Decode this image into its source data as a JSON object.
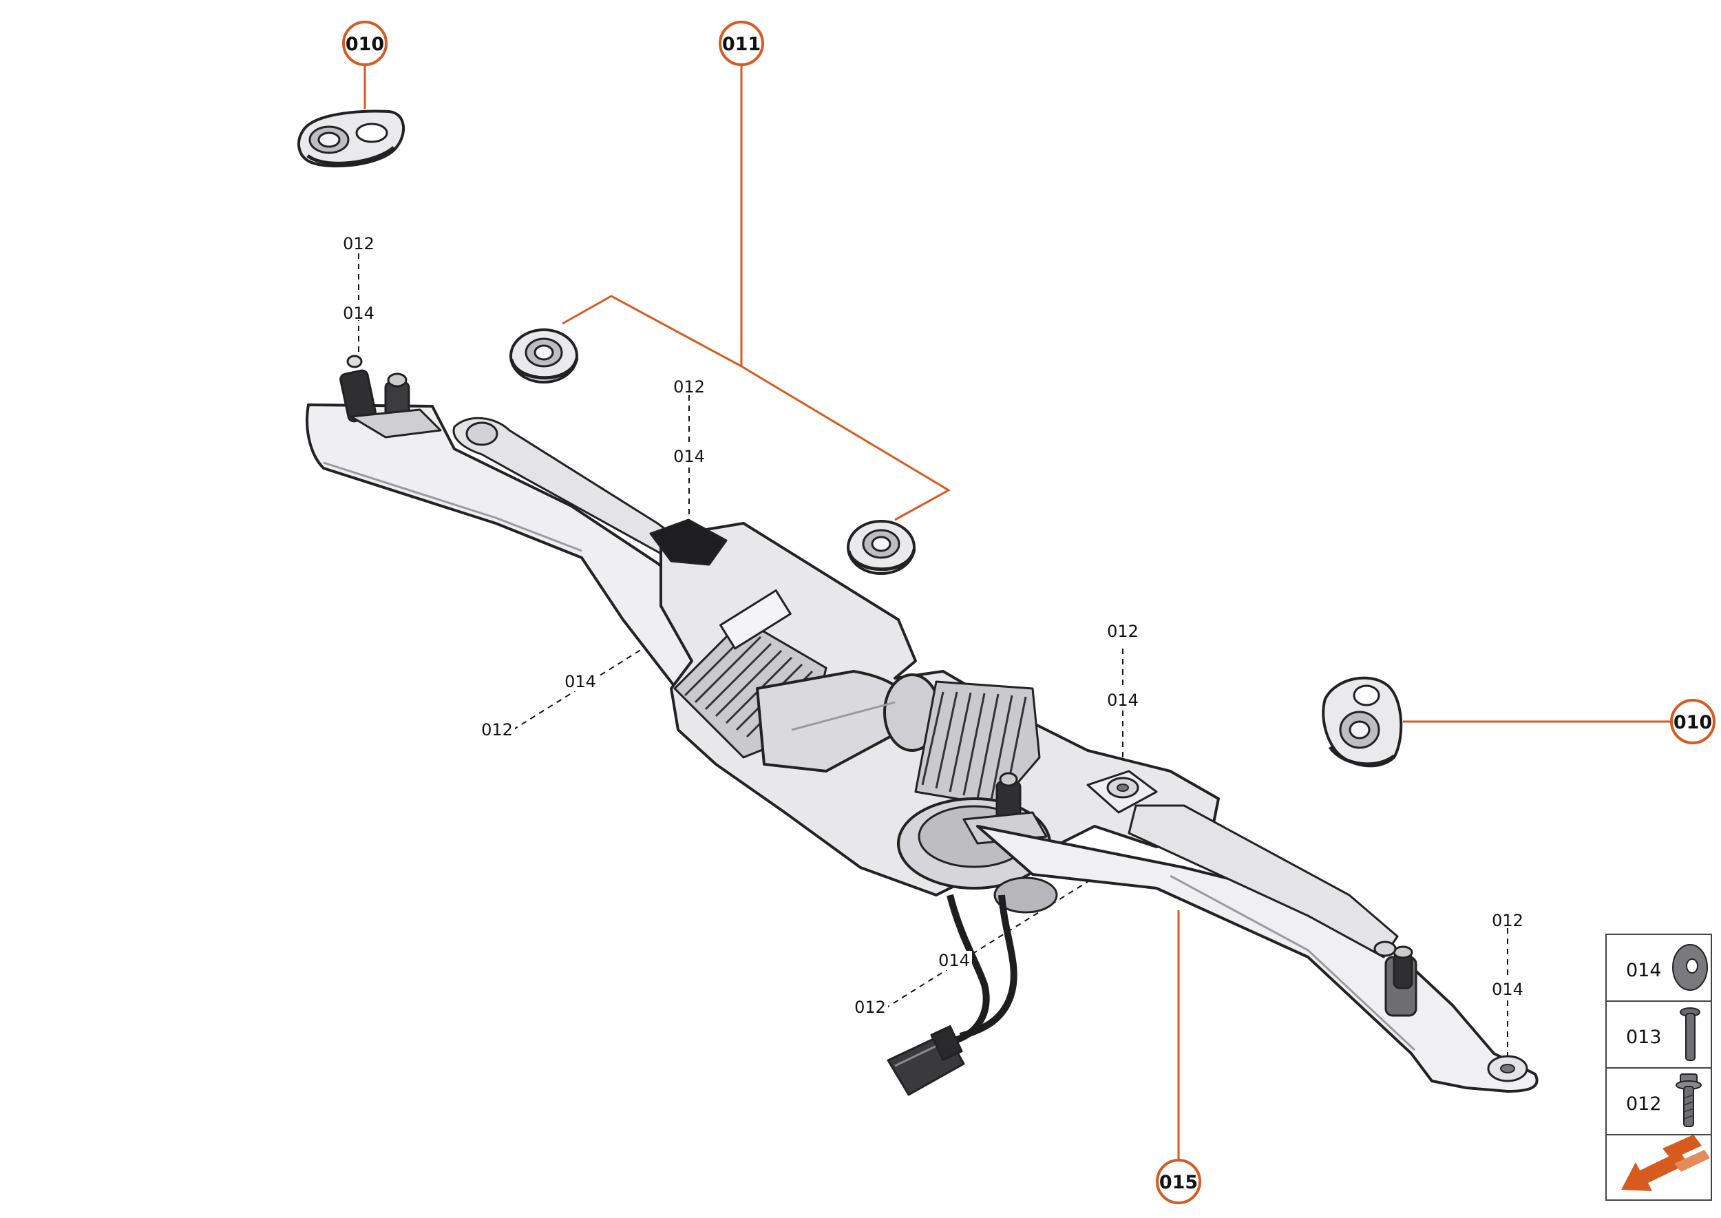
{
  "colors": {
    "accent": "#d75a1f",
    "line": "#222222",
    "part_fill": "#efeff1",
    "part_shade": "#c8c8cc",
    "dark": "#3a3a3c"
  },
  "callouts": {
    "c010_top": "010",
    "c011": "011",
    "c010_right": "010",
    "c015": "015"
  },
  "refs": {
    "a_012": "012",
    "a_014": "014",
    "b_012": "012",
    "b_014": "014",
    "c_012": "012",
    "c_014": "014",
    "d_012": "012",
    "d_014": "014",
    "e_012": "012",
    "e_014": "014",
    "f_012": "012",
    "f_014": "014"
  },
  "legend": {
    "rows": [
      {
        "label": "014",
        "icon": "washer-icon"
      },
      {
        "label": "013",
        "icon": "bolt-icon"
      },
      {
        "label": "012",
        "icon": "flange-bolt-icon"
      }
    ],
    "footer_icon": "direction-arrow-icon"
  }
}
